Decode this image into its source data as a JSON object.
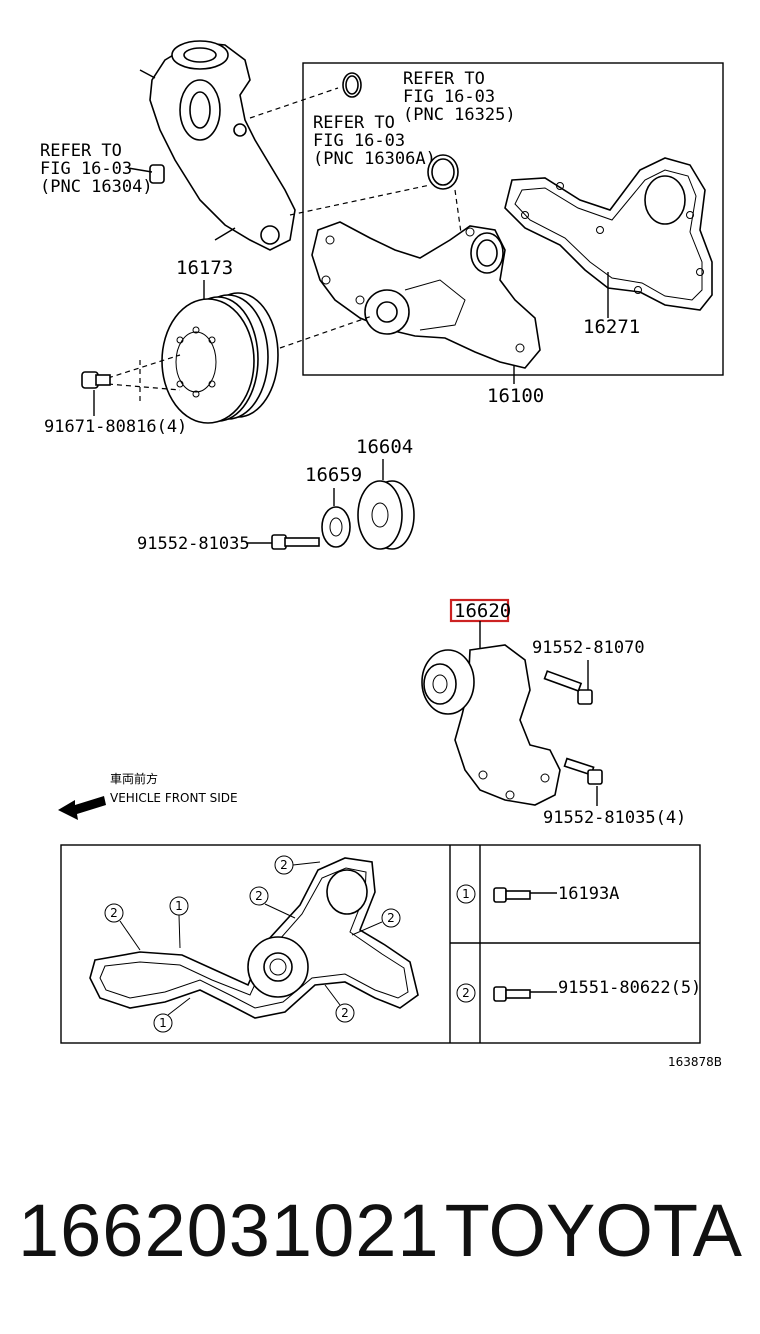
{
  "diagram": {
    "refer_1": [
      "REFER TO",
      "FIG 16-03",
      "(PNC 16325)"
    ],
    "refer_2": [
      "REFER TO",
      "FIG 16-03",
      "(PNC 16306A)"
    ],
    "refer_3": [
      "REFER TO",
      "FIG 16-03",
      "(PNC 16304)"
    ],
    "part_16173": "16173",
    "part_16271": "16271",
    "part_16100": "16100",
    "part_91671": "91671-80816(4)",
    "part_16604": "16604",
    "part_16659": "16659",
    "part_91552_a": "91552-81035",
    "part_16620": "16620",
    "part_91552_b": "91552-81070",
    "part_91552_c": "91552-81035(4)",
    "front_jp": "車両前方",
    "front_en": "VEHICLE FRONT SIDE",
    "legend": {
      "row1_num": "1",
      "row1_part": "16193A",
      "row2_num": "2",
      "row2_part": "91551-80622(5)"
    },
    "figure_code": "163878B",
    "highlight_color": "#cc2222"
  },
  "footer": {
    "part_number": "1662031021",
    "brand": "TOYOTA"
  }
}
